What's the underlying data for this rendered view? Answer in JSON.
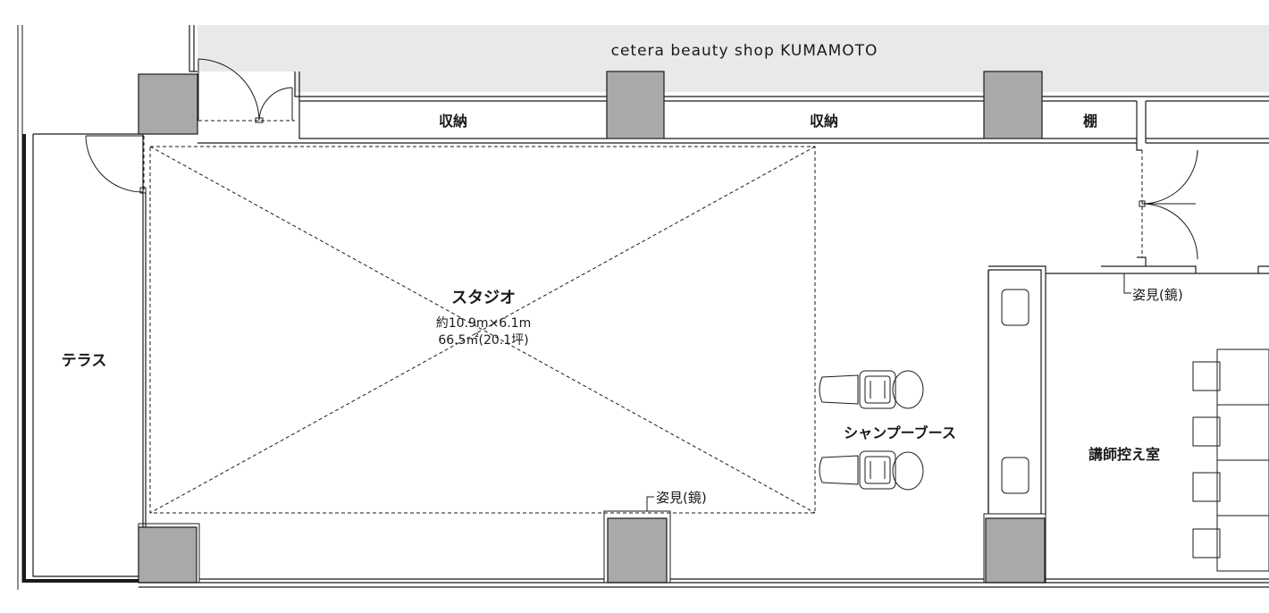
{
  "header": {
    "shop_name": "cetera beauty shop KUMAMOTO",
    "band_color": "#e9e9e9"
  },
  "rooms": {
    "storage_left": "収納",
    "storage_middle": "収納",
    "shelf": "棚",
    "terrace": "テラス",
    "studio": {
      "name": "スタジオ",
      "dimensions": "約10.9m×6.1m",
      "area": "66.5㎡(20.1坪)"
    },
    "shampoo_booth": "シャンプーブース",
    "instructor_room": "講師控え室"
  },
  "annotations": {
    "mirror_studio": "姿見(鏡)",
    "mirror_room": "姿見(鏡)"
  },
  "colors": {
    "column_fill": "#a9a9a9",
    "line": "#1a1a1a"
  }
}
